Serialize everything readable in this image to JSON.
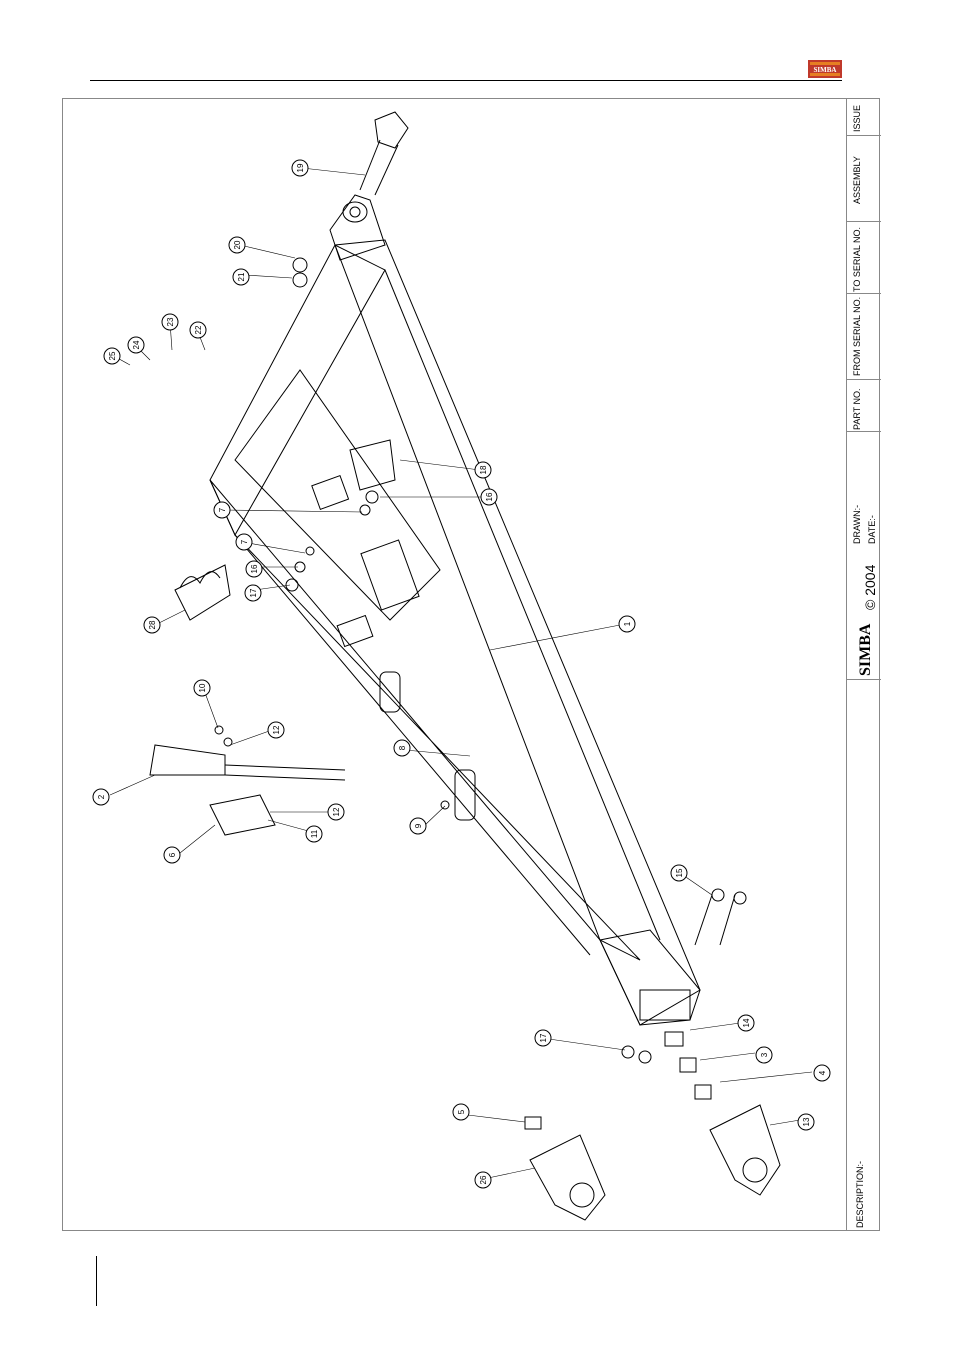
{
  "title_block": {
    "issue": "ISSUE",
    "assembly": "ASSEMBLY",
    "to_serial": "TO SERIAL NO.",
    "from_serial": "FROM SERIAL NO.",
    "part_no": "PART NO.",
    "drawn": "DRAWN:-",
    "date": "DATE:-",
    "copyright": "© 2004",
    "brand": "SIMBA",
    "description": "DESCRIPTION:-"
  },
  "header": {
    "logo_text": "SIMBA"
  },
  "callouts": [
    "1",
    "2",
    "3",
    "4",
    "5",
    "6",
    "7",
    "7",
    "8",
    "9",
    "10",
    "11",
    "12",
    "12",
    "13",
    "14",
    "15",
    "16",
    "16",
    "17",
    "17",
    "18",
    "19",
    "20",
    "21",
    "22",
    "23",
    "24",
    "25",
    "26",
    "28"
  ],
  "colors": {
    "line": "#000000",
    "frame": "#888888",
    "logo": "#c0392b"
  }
}
